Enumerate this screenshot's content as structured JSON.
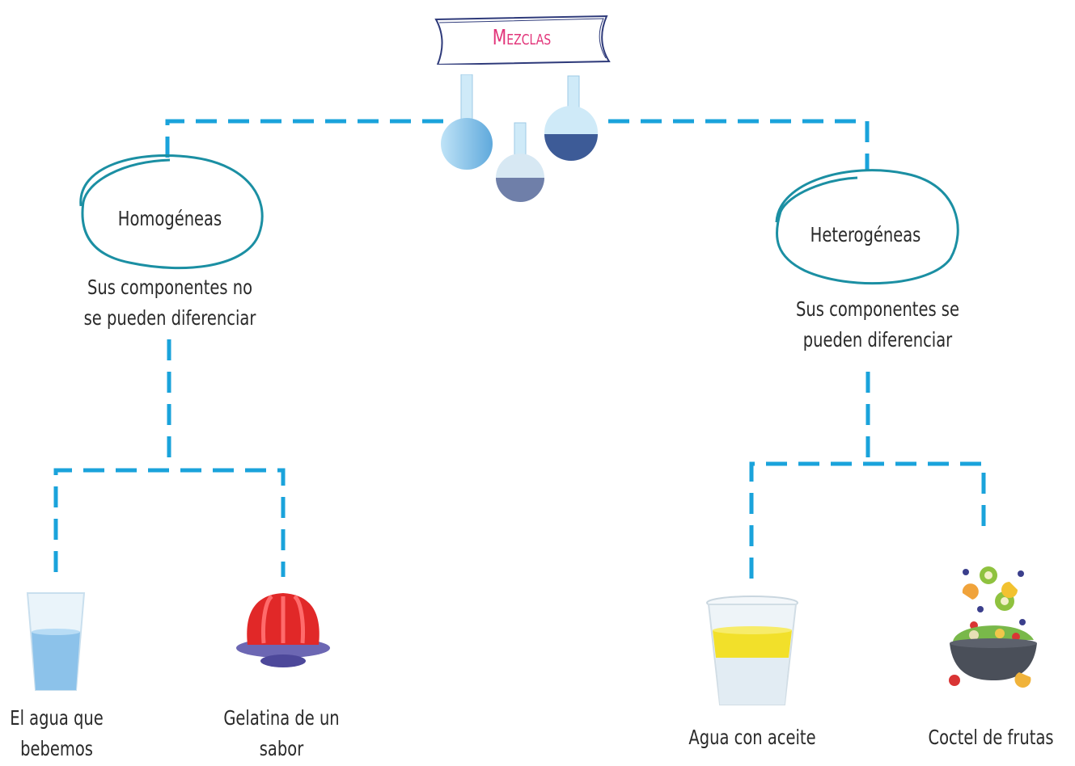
{
  "title": "Mezclas",
  "colors": {
    "connector": "#1aa3db",
    "title": "#e2357a",
    "ellipse": "#1b8fa3"
  },
  "branches": [
    {
      "label": "Homogéneas",
      "description_line1": "Sus componentes no",
      "description_line2": "se pueden diferenciar",
      "examples": [
        {
          "line1": "El agua que",
          "line2": "bebemos",
          "icon": "water-glass-icon"
        },
        {
          "line1": "Gelatina de un",
          "line2": "sabor",
          "icon": "jelly-icon"
        }
      ]
    },
    {
      "label": "Heterogéneas",
      "description_line1": "Sus componentes se",
      "description_line2": "pueden diferenciar",
      "examples": [
        {
          "line1": "Agua con aceite",
          "line2": "",
          "icon": "oil-water-cup-icon"
        },
        {
          "line1": "Coctel de frutas",
          "line2": "",
          "icon": "fruit-salad-icon"
        }
      ]
    }
  ]
}
